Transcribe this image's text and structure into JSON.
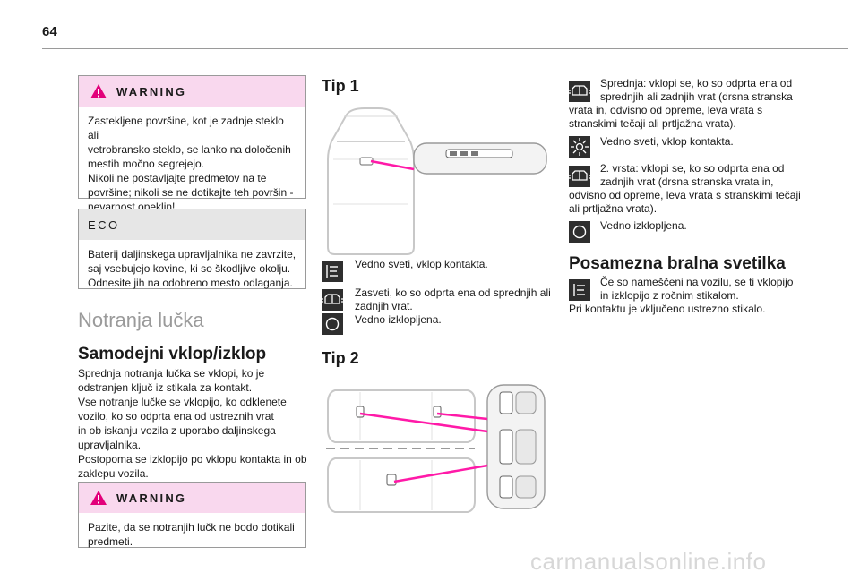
{
  "page": {
    "number": "64"
  },
  "warning1": {
    "label": "WARNING",
    "lines": [
      "Zastekljene površine, kot je zadnje steklo ali",
      "vetrobransko steklo, se lahko na določenih",
      "mestih močno segrejejo.",
      "Nikoli ne postavljajte predmetov na te",
      "površine; nikoli se ne dotikajte teh površin -",
      "nevarnost opeklin!"
    ]
  },
  "eco": {
    "label": "ECO",
    "lines": [
      "Baterij daljinskega upravljalnika ne zavrzite,",
      "saj vsebujejo kovine, ki so škodljive okolju.",
      "Odnesite jih na odobreno mesto odlaganja."
    ]
  },
  "section_title": "Notranja lučka",
  "auto": {
    "title": "Samodejni vklop/izklop",
    "lines": [
      "Sprednja notranja lučka se vklopi, ko je",
      "odstranjen ključ iz stikala za kontakt.",
      "Vse notranje lučke se vklopijo, ko odklenete",
      "vozilo, ko so odprta ena od ustreznih vrat",
      "in ob iskanju vozila z uporabo daljinskega",
      "upravljalnika.",
      "Postopoma se izklopijo po vklopu kontakta in ob",
      "zaklepu vozila."
    ]
  },
  "warning2": {
    "label": "WARNING",
    "lines": [
      "Pazite, da se notranjih lučk ne bodo dotikali",
      "predmeti."
    ]
  },
  "tip1": {
    "title": "Tip 1",
    "items": [
      {
        "icon": "light-on-icon",
        "lines": [
          "Vedno sveti, vklop kontakta."
        ]
      },
      {
        "icon": "door-light-icon",
        "lines": [
          "Zasveti, ko so odprta ena od sprednjih ali",
          "zadnjih vrat."
        ]
      },
      {
        "icon": "light-off-icon",
        "lines": [
          "Vedno izklopljena."
        ]
      }
    ]
  },
  "tip2": {
    "title": "Tip 2"
  },
  "right": {
    "items": [
      {
        "icon": "door-light-icon",
        "lines": [
          "Sprednja: vklopi se, ko so odprta ena od",
          "sprednjih ali zadnjih vrat (drsna stranska",
          "vrata in, odvisno od opreme, leva vrata s",
          "stranskimi tečaji ali prtljažna vrata)."
        ]
      },
      {
        "icon": "sun-icon",
        "lines": [
          "Vedno sveti, vklop kontakta."
        ]
      },
      {
        "icon": "door-light-icon",
        "lines": [
          "2. vrsta: vklopi se, ko so odprta ena od",
          "zadnjih vrat (drsna stranska vrata in,",
          "odvisno od opreme, leva vrata s stranskimi tečaji",
          "ali prtljažna vrata)."
        ]
      },
      {
        "icon": "light-off-icon",
        "lines": [
          "Vedno izklopljena."
        ]
      }
    ],
    "reading_title": "Posamezna bralna svetilka",
    "reading_lines": [
      "Če so nameščeni na vozilu, se ti vklopijo",
      "in izklopijo z ročnim stikalom.",
      "Pri kontaktu je vključeno ustrezno stikalo."
    ]
  },
  "colors": {
    "warning_bg": "#f9d8ee",
    "eco_bg": "#e6e6e6",
    "pointer": "#ff1aa8"
  },
  "footer": {
    "watermark": "carmanualsonline.info"
  }
}
